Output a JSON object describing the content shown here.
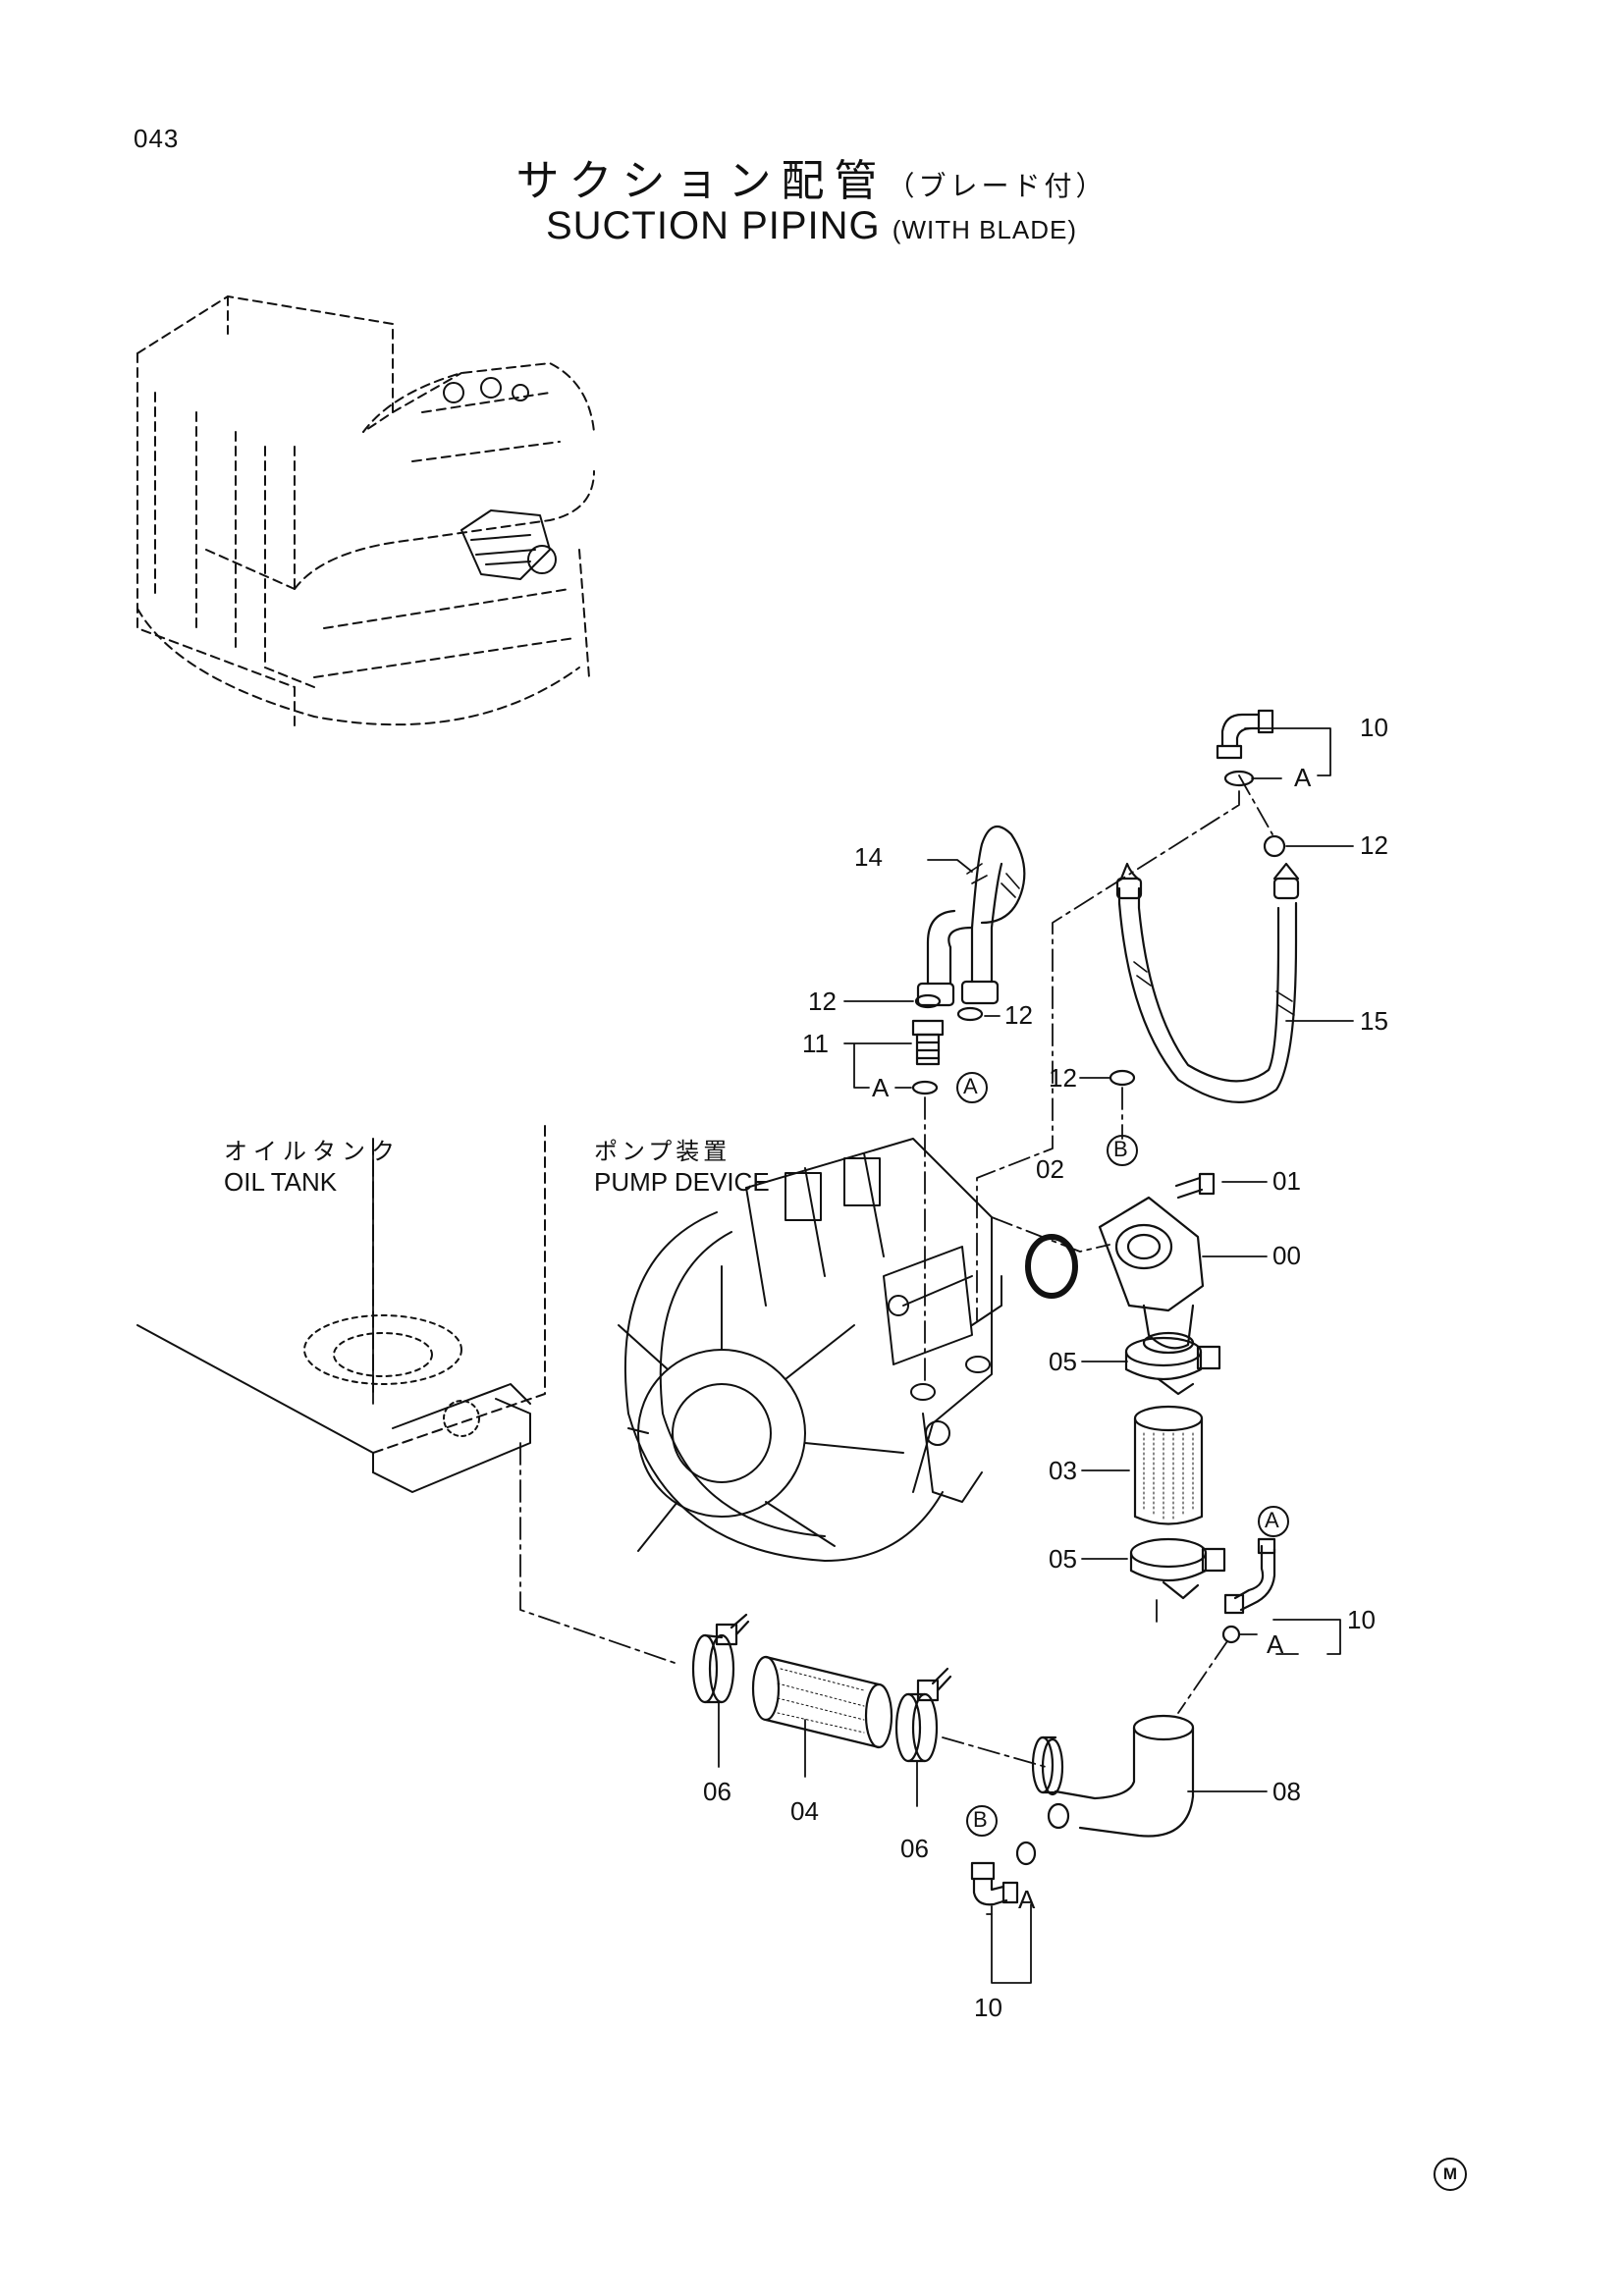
{
  "page_number": "043",
  "title": {
    "japanese": "サクション配管",
    "japanese_sub": "（ブレード付）",
    "english": "SUCTION PIPING",
    "english_sub": "(WITH BLADE)"
  },
  "callouts": {
    "oil_tank": {
      "jp": "オイルタンク",
      "en": "OIL TANK"
    },
    "pump_device": {
      "jp": "ポンプ装置",
      "en": "PUMP DEVICE"
    }
  },
  "part_labels": {
    "p00": "00",
    "p01": "01",
    "p02": "02",
    "p03": "03",
    "p04": "04",
    "p05_upper": "05",
    "p05_lower": "05",
    "p06_left": "06",
    "p06_right": "06",
    "p08": "08",
    "p10_top": "10",
    "p10_right": "10",
    "p10_bottom": "10",
    "p11": "11",
    "p12_a": "12",
    "p12_b": "12",
    "p12_c": "12",
    "p12_d": "12",
    "p14": "14",
    "p15": "15"
  },
  "connection_marks": {
    "A_top": "A",
    "A_left": "A",
    "A_circle_upper": "A",
    "A_circle_right": "A",
    "A_right": "A",
    "A_bottom": "A",
    "B_circle_upper": "B",
    "B_circle_lower": "B"
  },
  "manufacturer_mark": "M"
}
